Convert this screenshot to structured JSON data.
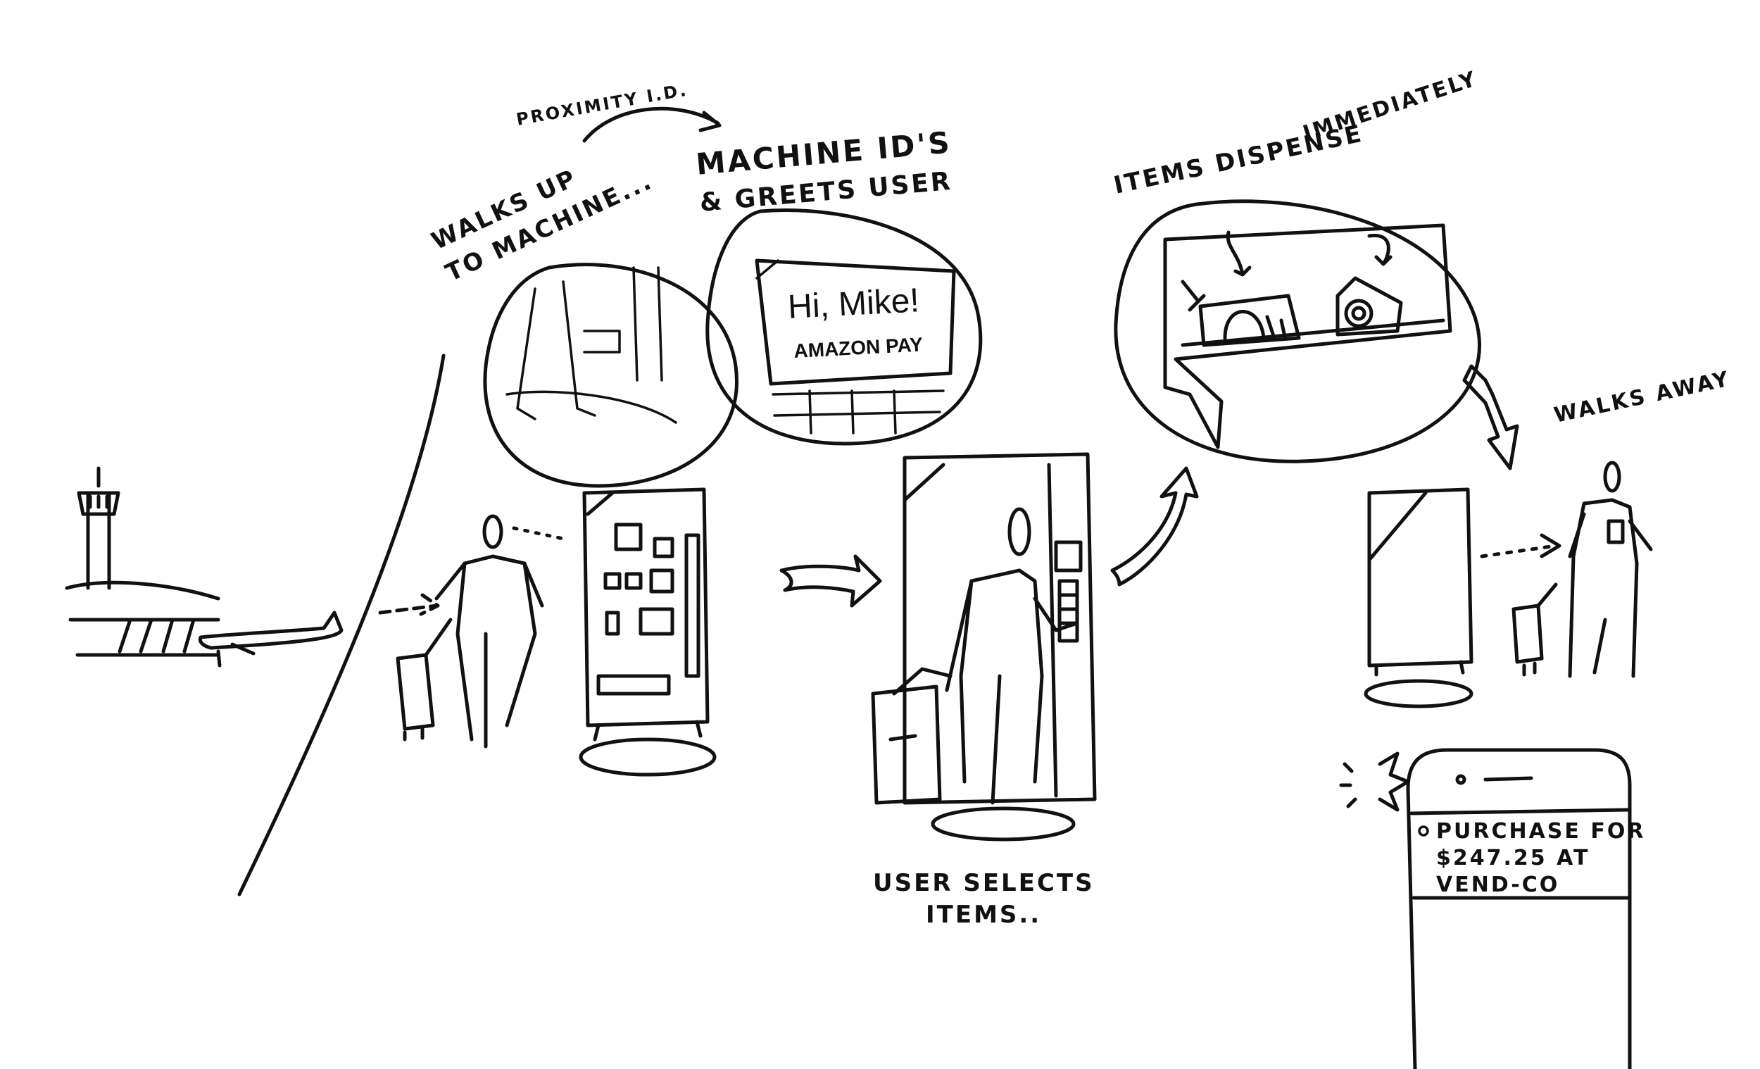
{
  "annotations": {
    "proximity": "PROXIMITY I.D.",
    "machine_ids_line1": "MACHINE ID'S",
    "machine_ids_line2": "& GREETS USER",
    "walks_up_line1": "WALKS UP",
    "walks_up_line2": "TO MACHINE...",
    "items_dispense_line1": "ITEMS DISPENSE",
    "items_dispense_line2": "IMMEDIATELY",
    "walks_away": "WALKS AWAY",
    "user_selects_line1": "USER SELECTS",
    "user_selects_line2": "ITEMS.."
  },
  "greeting_screen": {
    "greeting": "Hi, Mike!",
    "pay_brand": "AMAZON PAY"
  },
  "phone_notification": {
    "line1": "PURCHASE FOR",
    "line2": "$247.25 AT",
    "line3": "VEND-CO"
  },
  "icons": [
    "airport-tower-icon",
    "airplane-icon",
    "traveler-icon",
    "vending-machine-icon",
    "suitcase-icon",
    "smartphone-icon",
    "flow-arrow-icon",
    "sparkle-burst-icon"
  ]
}
